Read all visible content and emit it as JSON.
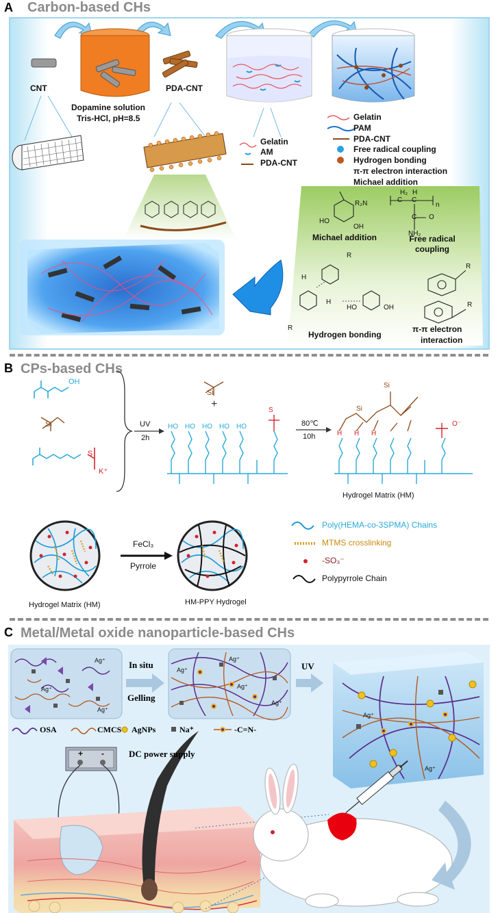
{
  "panel_a": {
    "letter": "A",
    "title": "Carbon-based CHs",
    "cnt": "CNT",
    "pda_cnt": "PDA-CNT",
    "dopamine_line1": "Dopamine solution",
    "dopamine_line2": "Tris-HCl, pH=8.5",
    "legend_mid": [
      "Gelatin",
      "AM",
      "PDA-CNT"
    ],
    "legend_right": [
      "Gelatin",
      "PAM",
      "PDA-CNT",
      "Free radical coupling",
      "Hydrogen bonding",
      "π-π electron interaction",
      "Michael addition"
    ],
    "inset_labels": {
      "michael": "Michael addition",
      "free_radical": "Free radical coupling",
      "hydrogen": "Hydrogen bonding",
      "pipi_line1": "π-π electron",
      "pipi_line2": "interaction"
    },
    "chem": {
      "r2n": "R₂N",
      "oh": "OH",
      "ho": "HO",
      "h2": "H₂",
      "c": "C",
      "h": "H",
      "n": "n",
      "o": "O",
      "nh2": "NH₂",
      "r": "R",
      "hbond_h": "H"
    }
  },
  "panel_b": {
    "letter": "B",
    "title": "CPs-based CHs",
    "uv": "UV",
    "time1": "2h",
    "temp": "80℃",
    "time2": "10h",
    "hm_label_top": "Hydrogel Matrix (HM)",
    "fecl3": "FeCl₃",
    "pyrrole": "Pyrrole",
    "hm_label_bottom": "Hydrogel Matrix (HM)",
    "hm_ppy": "HM-PPY Hydrogel",
    "legend": [
      "Poly(HEMA-co-3SPMA) Chains",
      "MTMS crosslinking",
      "-SO₃⁻",
      "Polypyrrole Chain"
    ],
    "chem": {
      "oh": "OH",
      "si": "Si",
      "o": "O",
      "s": "S",
      "k": "K⁺",
      "ho": "HO",
      "h": "H",
      "o_minus": "O⁻",
      "plus": "+"
    }
  },
  "panel_c": {
    "letter": "C",
    "title": "Metal/Metal oxide nanoparticle-based CHs",
    "in_situ": "In situ",
    "gelling": "Gelling",
    "uv": "UV",
    "ag": "Ag⁺",
    "legend": [
      "OSA",
      "CMCS",
      "AgNPs",
      "Na⁺",
      "-C=N-"
    ],
    "dc": "DC power supply",
    "plus": "+",
    "minus": "-"
  },
  "colors": {
    "blue_chain": "#1a9ad6",
    "cyan_chem": "#29a8d8",
    "red_chem": "#d4222a",
    "brown_chem": "#8a4a1a",
    "orange_dish": "#f07d22",
    "gel_blue": "#3f9fe0",
    "panel_c_bg": "#dff0fa",
    "wound_red": "#e8000e"
  }
}
